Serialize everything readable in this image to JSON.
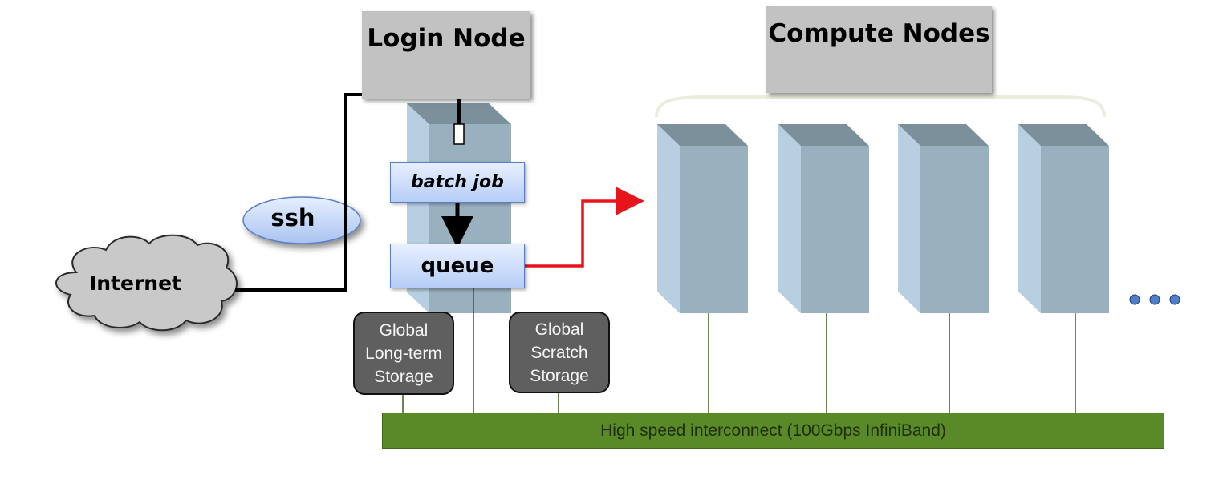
{
  "login_node": {
    "label": "Login Node"
  },
  "compute_nodes": {
    "label": "Compute Nodes",
    "node_count": 4,
    "more": "• • •"
  },
  "internet": {
    "label": "Internet"
  },
  "ssh": {
    "label": "ssh"
  },
  "batch_job": {
    "label": "batch job"
  },
  "queue": {
    "label": "queue"
  },
  "storage": [
    {
      "label": "Global\nLong-term\nStorage"
    },
    {
      "label": "Global\nScratch\nStorage"
    }
  ],
  "interconnect": {
    "label": "High speed interconnect (100Gbps InfiniBand)"
  },
  "colors": {
    "title_box": "#c2c2c2",
    "server_front": "#99b0bf",
    "server_side": "#b7cfe1",
    "server_top": "#7c909c",
    "job_box": "#c9dcfb",
    "storage": "#5f5f5f",
    "interconnect": "#5a8a27",
    "submit_arrow": "#e8141b",
    "more_dots": "#4f7fc8"
  }
}
